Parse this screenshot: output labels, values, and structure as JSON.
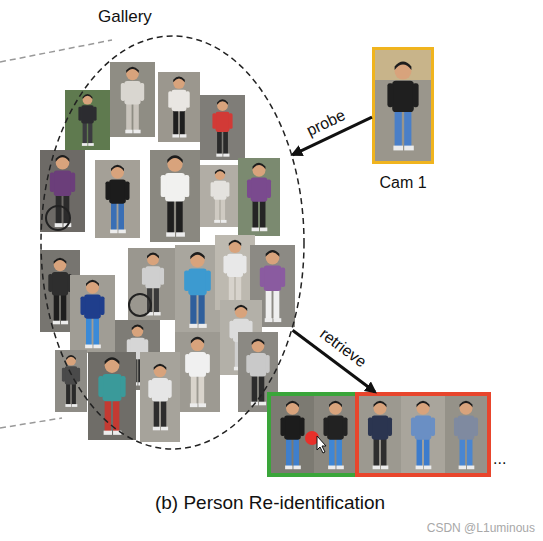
{
  "diagram": {
    "caption": "(b) Person Re-identification",
    "nodes": [
      {
        "text": [
          "Gallery"
        ]
      },
      {
        "text": [
          "Cam 1"
        ]
      },
      {
        "text": [
          "..."
        ]
      }
    ],
    "edges": [
      {
        "from": 1,
        "to": 0,
        "label": "probe",
        "arrow": "to"
      },
      {
        "from": 0,
        "to": 2,
        "label": "retrieve",
        "arrow": "to"
      }
    ],
    "labels": [
      "CSDN @L1uminous"
    ]
  }
}
